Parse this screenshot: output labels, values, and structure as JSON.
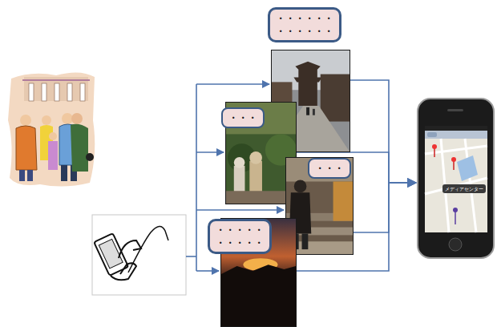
{
  "diagram": {
    "nodes": [
      {
        "text": [
          "・・・・・・ ・・・・・・"
        ]
      },
      {
        "text": [
          "・・・"
        ]
      },
      {
        "text": [
          "・・・"
        ]
      },
      {
        "text": [
          "・・・・・ ・・・・・"
        ]
      },
      {
        "text": [
          "メディアセンター"
        ]
      }
    ],
    "edges": [
      {
        "from": 0,
        "to": 4,
        "arrow": "to"
      },
      {
        "from": 1,
        "to": 4,
        "arrow": "to"
      },
      {
        "from": 2,
        "to": 4,
        "arrow": "to"
      },
      {
        "from": 3,
        "to": 4,
        "arrow": "to"
      }
    ]
  }
}
